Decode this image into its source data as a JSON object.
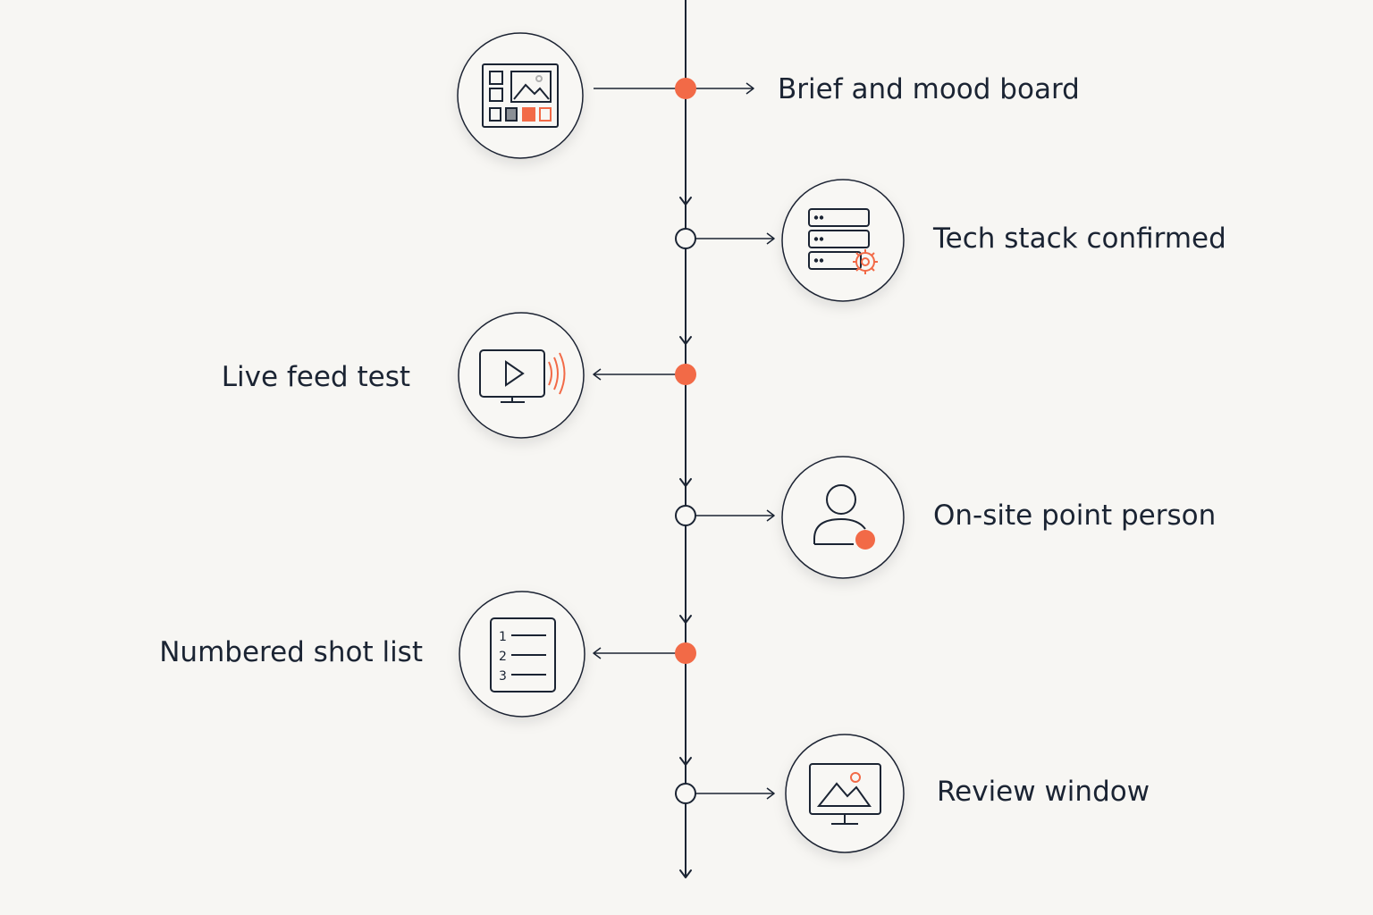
{
  "colors": {
    "background": "#f7f6f3",
    "ink": "#1b2433",
    "accent": "#f26a47"
  },
  "steps": [
    {
      "label": "Brief and mood board",
      "icon": "mood-board-icon",
      "marker": "filled"
    },
    {
      "label": "Tech stack confirmed",
      "icon": "server-settings-icon",
      "marker": "hollow"
    },
    {
      "label": "Live feed test",
      "icon": "live-stream-monitor-icon",
      "marker": "filled"
    },
    {
      "label": "On-site point person",
      "icon": "person-icon",
      "marker": "hollow"
    },
    {
      "label": "Numbered shot list",
      "icon": "numbered-list-icon",
      "marker": "filled"
    },
    {
      "label": "Review window",
      "icon": "image-monitor-icon",
      "marker": "hollow"
    }
  ],
  "shot_list_numbers": [
    "1",
    "2",
    "3"
  ]
}
